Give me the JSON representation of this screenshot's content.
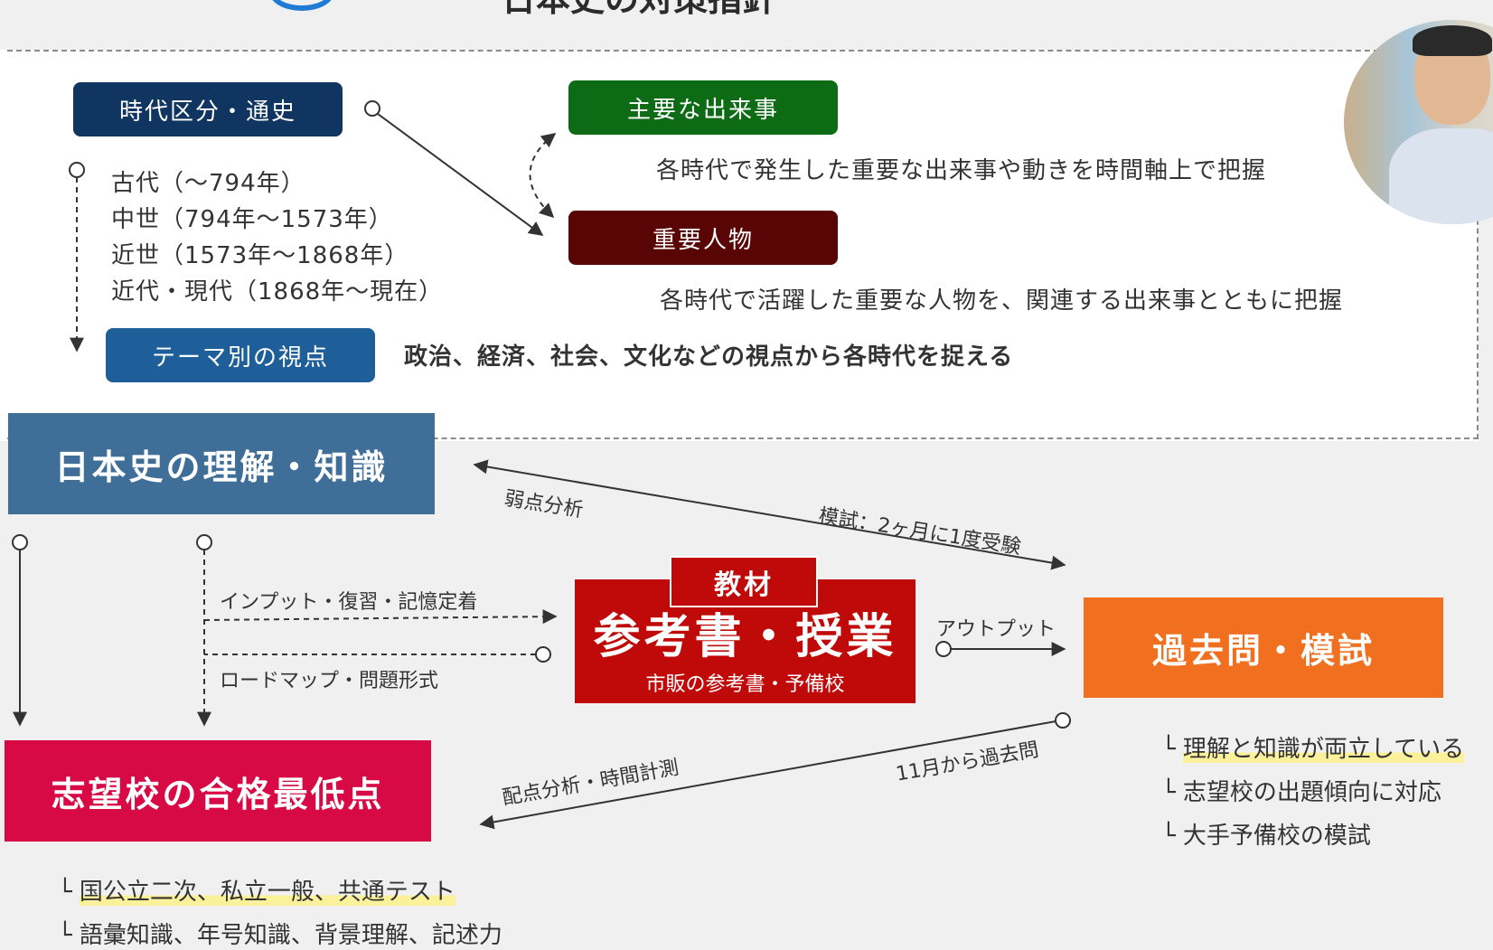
{
  "header": {
    "title": "日本史の対策指針"
  },
  "top_section": {
    "era_box": "時代区分・通史",
    "eras": [
      "古代（〜794年）",
      "中世（794年〜1573年）",
      "近世（1573年〜1868年）",
      "近代・現代（1868年〜現在）"
    ],
    "events_box": "主要な出来事",
    "events_desc": "各時代で発生した重要な出来事や動きを時間軸上で把握",
    "people_box": "重要人物",
    "people_desc": "各時代で活躍した重要な人物を、関連する出来事とともに把握",
    "theme_box": "テーマ別の視点",
    "theme_desc": "政治、経済、社会、文化などの視点から各時代を捉える"
  },
  "flow": {
    "knowledge_box": "日本史の理解・知識",
    "textbook_tag": "教材",
    "textbook_main": "参考書・授業",
    "textbook_sub": "市販の参考書・予備校",
    "past_exam_box": "過去問・模試",
    "goal_box": "志望校の合格最低点",
    "label_weakness": "弱点分析",
    "label_mock": "模試：2ヶ月に1度受験",
    "label_input": "インプット・復習・記憶定着",
    "label_roadmap": "ロードマップ・問題形式",
    "label_output": "アウトプット",
    "label_scoring": "配点分析・時間計測",
    "label_november": "11月から過去問"
  },
  "past_exam_bullets": [
    "理解と知識が両立している",
    "志望校の出題傾向に対応",
    "大手予備校の模試"
  ],
  "goal_bullets": [
    "国公立二次、私立一般、共通テスト",
    "語彙知識、年号知識、背景理解、記述力"
  ],
  "colors": {
    "navy": "#0f3560",
    "green": "#0d6b15",
    "maroon": "#5a0505",
    "blue": "#1f5f99",
    "steel": "#3f6e98",
    "red": "#c00a0a",
    "orange": "#f07020",
    "crimson": "#d80a45"
  }
}
